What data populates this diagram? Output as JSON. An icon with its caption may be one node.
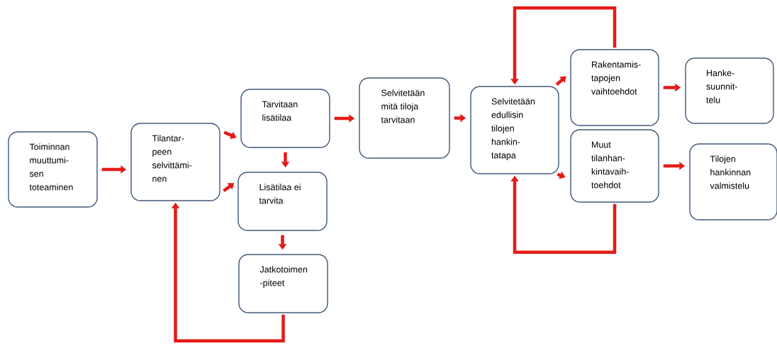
{
  "diagram": {
    "nodes": [
      {
        "text": [
          "Toiminnan muuttumi- sen toteaminen"
        ]
      },
      {
        "text": [
          "Tilantar- peen selvittämi- nen"
        ]
      },
      {
        "text": [
          "Tarvitaan lisätilaa"
        ]
      },
      {
        "text": [
          "Lisätilaa ei tarvita"
        ]
      },
      {
        "text": [
          "Jatkotoimen -piteet"
        ]
      },
      {
        "text": [
          "Selvitetään mitä tiloja tarvitaan"
        ]
      },
      {
        "text": [
          "Selvitetään edullisin tilojen hankin- tatapa"
        ]
      },
      {
        "text": [
          "Rakentamis- tapojen vaihtoehdot"
        ]
      },
      {
        "text": [
          "Muut tilanhan- kintavaih- toehdot"
        ]
      },
      {
        "text": [
          "Hanke- suunnit- telu"
        ]
      },
      {
        "text": [
          "Tilojen hankinnan valmistelu"
        ]
      }
    ],
    "edges": [
      {
        "from": 0,
        "to": 1,
        "arrow": "to"
      },
      {
        "from": 1,
        "to": 2,
        "arrow": "to"
      },
      {
        "from": 1,
        "to": 3,
        "arrow": "to"
      },
      {
        "from": 2,
        "to": 3,
        "arrow": "to"
      },
      {
        "from": 3,
        "to": 4,
        "arrow": "to"
      },
      {
        "from": 4,
        "to": 1,
        "arrow": "to"
      },
      {
        "from": 2,
        "to": 5,
        "arrow": "to"
      },
      {
        "from": 5,
        "to": 6,
        "arrow": "to"
      },
      {
        "from": 6,
        "to": 7,
        "arrow": "to"
      },
      {
        "from": 6,
        "to": 8,
        "arrow": "to"
      },
      {
        "from": 7,
        "to": 6,
        "arrow": "to"
      },
      {
        "from": 8,
        "to": 6,
        "arrow": "to"
      },
      {
        "from": 7,
        "to": 9,
        "arrow": "to"
      },
      {
        "from": 8,
        "to": 10,
        "arrow": "to"
      }
    ]
  }
}
